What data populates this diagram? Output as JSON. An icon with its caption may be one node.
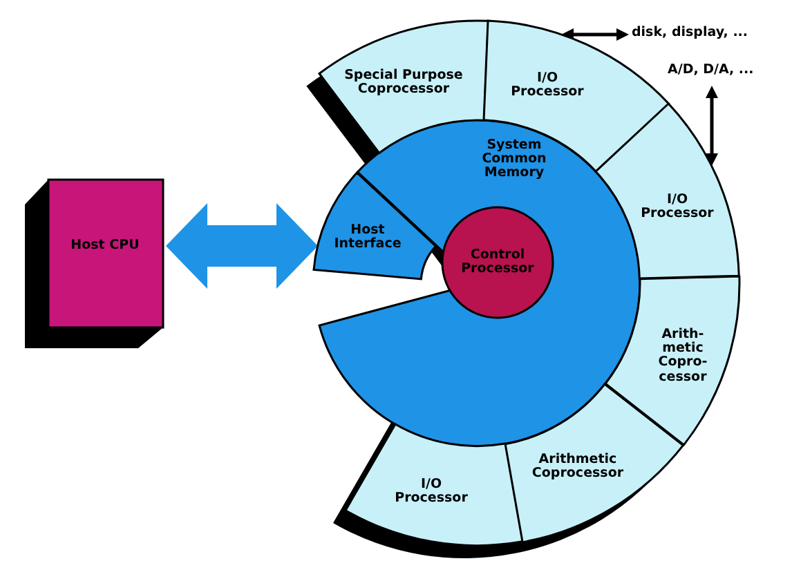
{
  "diagram": {
    "nodes": [
      {
        "text": [
          "Host CPU"
        ]
      },
      {
        "text": [
          "Host Interface"
        ]
      },
      {
        "text": [
          "System Common Memory"
        ]
      },
      {
        "text": [
          "Control Processor"
        ],
        "in": 2
      },
      {
        "text": [
          "Special Purpose Coprocessor"
        ]
      },
      {
        "text": [
          "I/O Processor"
        ]
      },
      {
        "text": [
          "I/O Processor"
        ]
      },
      {
        "text": [
          "Arith-metic Copro-cessor"
        ]
      },
      {
        "text": [
          "Arithmetic Coprocessor"
        ]
      },
      {
        "text": [
          "I/O Processor"
        ]
      },
      {
        "text": [
          "disk, display, ..."
        ]
      },
      {
        "text": [
          "A/D, D/A, ..."
        ]
      }
    ],
    "edges": [
      {
        "from": 0,
        "to": 1,
        "arrow": "both",
        "style": "thick",
        "color": "#1f93e6"
      },
      {
        "from": 5,
        "to": 10,
        "arrow": "both"
      },
      {
        "from": 6,
        "to": 11,
        "arrow": "both"
      }
    ]
  }
}
